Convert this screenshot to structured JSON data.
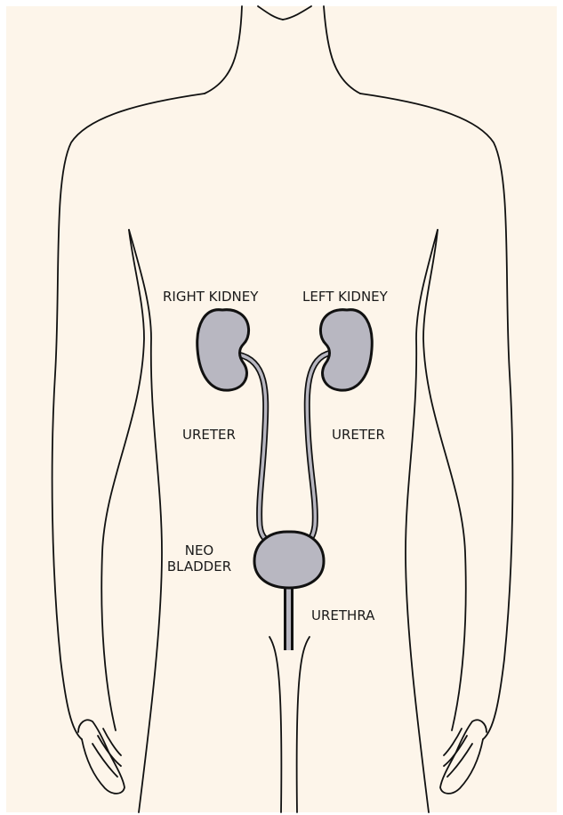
{
  "colors": {
    "background": "#fdf5ea",
    "outline": "#111111",
    "organ_fill": "#b8b7c1"
  },
  "labels": {
    "right_kidney": "RIGHT KIDNEY",
    "left_kidney": "LEFT KIDNEY",
    "ureter_right": "URETER",
    "ureter_left": "URETER",
    "neo_bladder_line1": "NEO",
    "neo_bladder_line2": "BLADDER",
    "urethra": "URETHRA"
  }
}
